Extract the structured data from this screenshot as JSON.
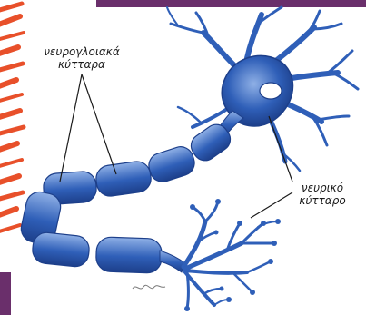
{
  "labels": {
    "glial_cells": {
      "line1": "νευρογλοιακά",
      "line2": "κύτταρα"
    },
    "nerve_cell": {
      "line1": "νευρικό",
      "line2": "κύτταρο"
    }
  },
  "colors": {
    "purple_bar": "#6a2f6b",
    "orange_stroke": "#e8502a",
    "neuron_blue": "#2f5fb8",
    "neuron_light": "#8fb0e6",
    "neuron_dark": "#1d3f8a"
  }
}
